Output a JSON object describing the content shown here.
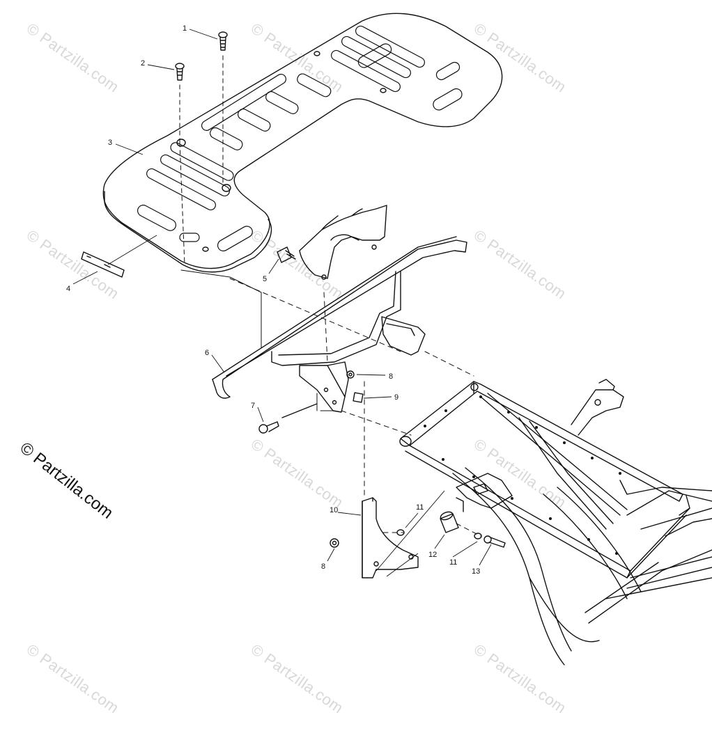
{
  "watermark": "© Partzilla.com",
  "callouts": [
    "1",
    "2",
    "3",
    "4",
    "5",
    "6",
    "7",
    "8",
    "8",
    "9",
    "10",
    "11",
    "11",
    "12",
    "13"
  ],
  "colors": {
    "line": "#111111",
    "watermark": "#d8d8d8",
    "background": "#ffffff"
  }
}
